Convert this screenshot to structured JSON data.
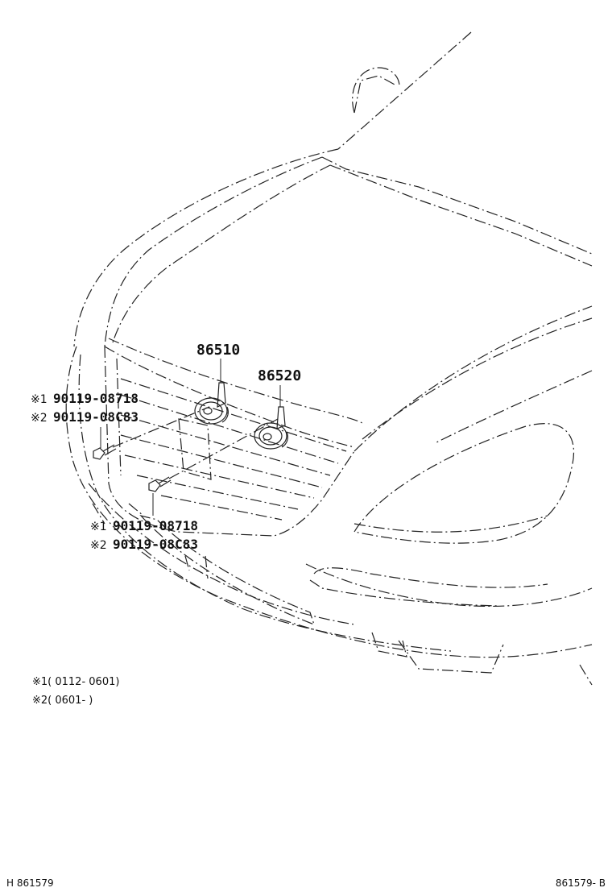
{
  "horns": [
    {
      "part": "86510"
    },
    {
      "part": "86520"
    }
  ],
  "bolts": [
    {
      "line1_mark": "※1",
      "line1_code": "90119-08718",
      "line2_mark": "※2",
      "line2_code": "90119-08C83"
    },
    {
      "line1_mark": "※1",
      "line1_code": "90119-08718",
      "line2_mark": "※2",
      "line2_code": "90119-08C83"
    }
  ],
  "notes": [
    "※1( 0112- 0601)",
    "※2( 0601-        )"
  ],
  "footer": {
    "left": "H 861579",
    "right": "861579- B"
  }
}
